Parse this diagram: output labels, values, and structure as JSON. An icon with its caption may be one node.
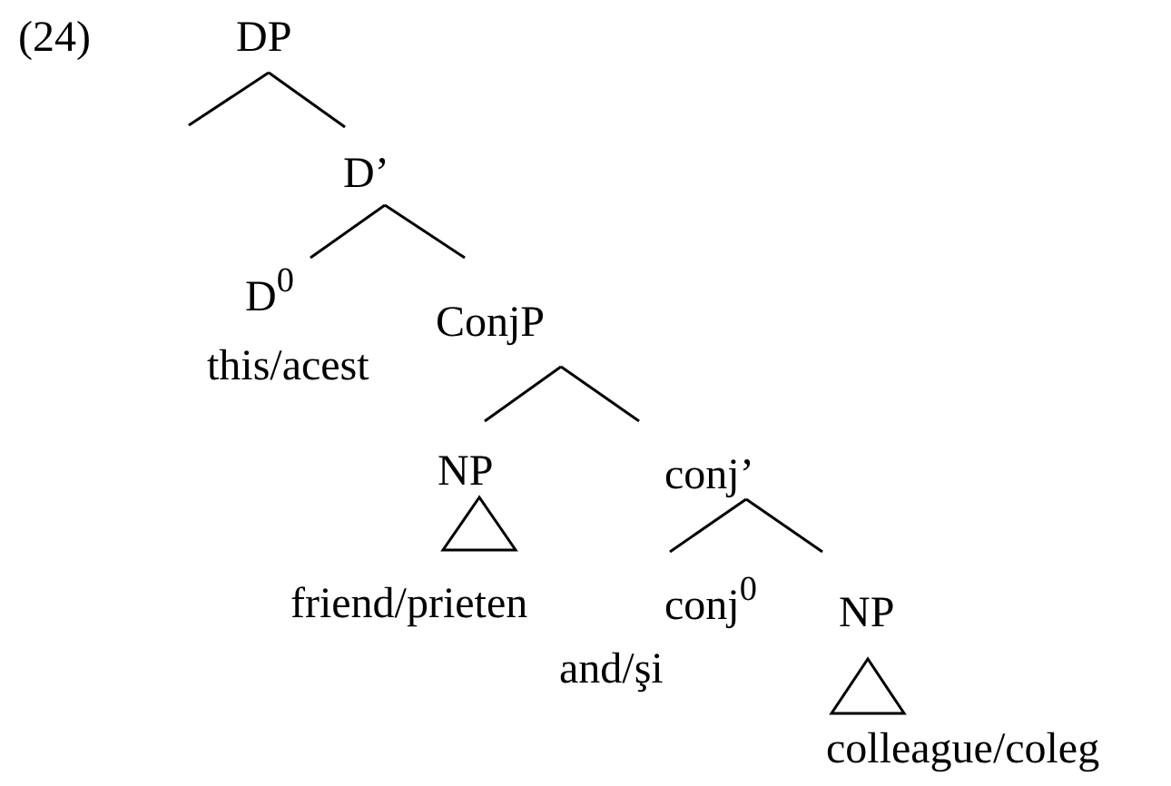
{
  "diagram": {
    "nodes": [
      {
        "text": [
          "DP"
        ]
      },
      {
        "text": [
          "D’"
        ]
      },
      {
        "text": [
          "D$^{0}$",
          "this/acest"
        ]
      },
      {
        "text": [
          "ConjP"
        ]
      },
      {
        "text": [
          "NP",
          "friend/prieten"
        ]
      },
      {
        "text": [
          "conj’"
        ]
      },
      {
        "text": [
          "conj$^{0}$",
          "and/şi"
        ]
      },
      {
        "text": [
          "NP",
          "colleague/coleg"
        ]
      }
    ],
    "edges": [
      {
        "from": 0,
        "to": null,
        "arrow": "none"
      },
      {
        "from": 0,
        "to": 1,
        "arrow": "none"
      },
      {
        "from": 1,
        "to": 2,
        "arrow": "none"
      },
      {
        "from": 1,
        "to": 3,
        "arrow": "none"
      },
      {
        "from": 3,
        "to": 4,
        "arrow": "none"
      },
      {
        "from": 3,
        "to": 5,
        "arrow": "none"
      },
      {
        "from": 5,
        "to": 6,
        "arrow": "none"
      },
      {
        "from": 5,
        "to": 7,
        "arrow": "none"
      }
    ],
    "labels": [
      "(24)"
    ]
  }
}
